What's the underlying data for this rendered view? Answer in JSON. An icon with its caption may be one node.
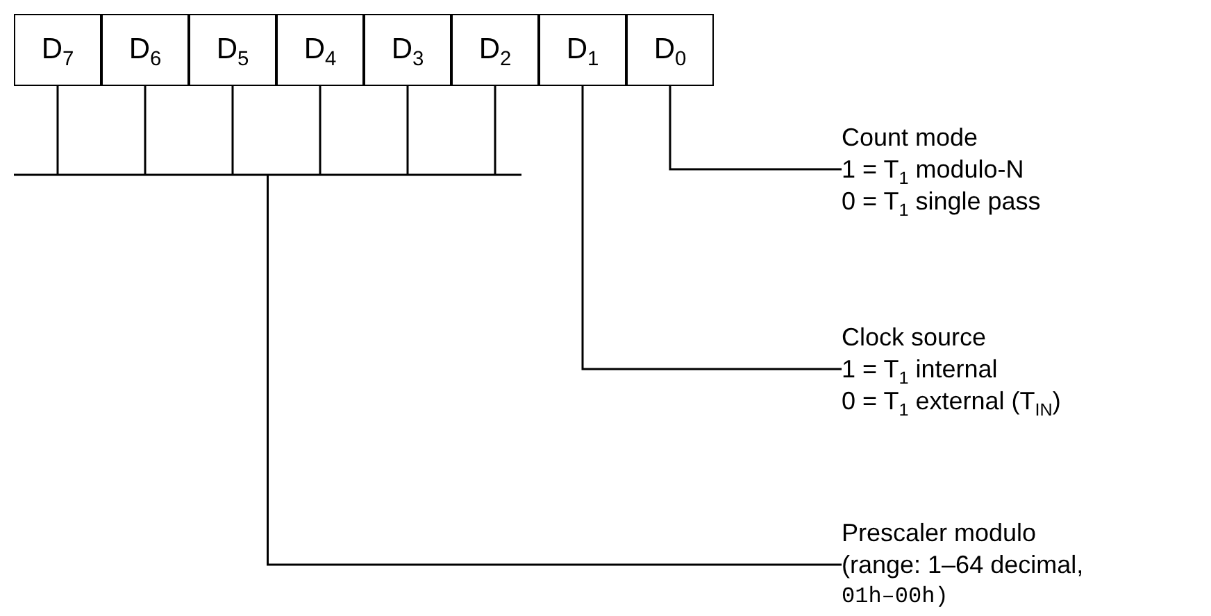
{
  "diagram": {
    "nodes": [
      {
        "text": [
          "D$_{7}$"
        ]
      },
      {
        "text": [
          "D$_{6}$"
        ]
      },
      {
        "text": [
          "D$_{5}$"
        ]
      },
      {
        "text": [
          "D$_{4}$"
        ]
      },
      {
        "text": [
          "D$_{3}$"
        ]
      },
      {
        "text": [
          "D$_{2}$"
        ]
      },
      {
        "text": [
          "D$_{1}$"
        ]
      },
      {
        "text": [
          "D$_{0}$"
        ]
      },
      {
        "text": [
          "Count mode",
          "1 = T$_{1}$ modulo-N",
          "0 = T$_{1}$ single pass"
        ]
      },
      {
        "text": [
          "Clock source",
          "1 = T$_{1}$ internal",
          "0 = T$_{1}$ external (T$_{IN}$)"
        ]
      },
      {
        "text": [
          "Prescaler modulo",
          "(range: 1–64 decimal,",
          "01h–00h)"
        ]
      }
    ],
    "edges": [
      {
        "from": 7,
        "to": 8,
        "arrow": "none"
      },
      {
        "from": 6,
        "to": 9,
        "arrow": "none"
      },
      {
        "from": 0,
        "to": 10,
        "arrow": "none"
      },
      {
        "from": 1,
        "to": 10,
        "arrow": "none"
      },
      {
        "from": 2,
        "to": 10,
        "arrow": "none"
      },
      {
        "from": 3,
        "to": 10,
        "arrow": "none"
      },
      {
        "from": 4,
        "to": 10,
        "arrow": "none"
      },
      {
        "from": 5,
        "to": 10,
        "arrow": "none"
      }
    ]
  }
}
